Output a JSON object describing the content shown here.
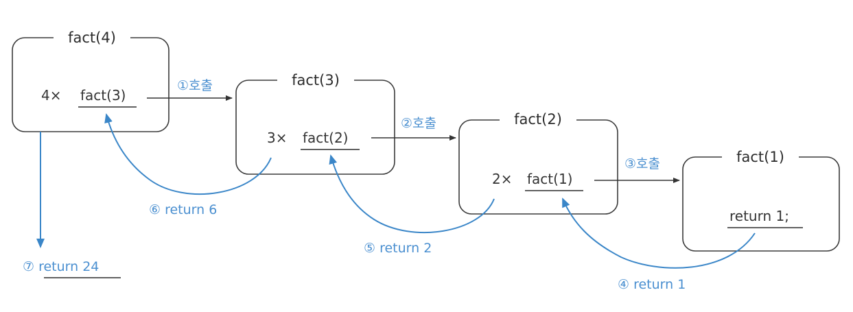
{
  "colors": {
    "call_arrow": "#333333",
    "return_arrow": "#3a86c8",
    "return_text": "#4a8fd0",
    "box_border": "#3a3a3a",
    "background": "#ffffff"
  },
  "frames": [
    {
      "title": "fact(4)",
      "multiplier": "4×",
      "call_expr": "fact(3)"
    },
    {
      "title": "fact(3)",
      "multiplier": "3×",
      "call_expr": "fact(2)"
    },
    {
      "title": "fact(2)",
      "multiplier": "2×",
      "call_expr": "fact(1)"
    },
    {
      "title": "fact(1)",
      "base_expr": "return 1;"
    }
  ],
  "calls": [
    {
      "label": "①호출"
    },
    {
      "label": "②호출"
    },
    {
      "label": "③호출"
    }
  ],
  "returns": [
    {
      "label": "④ return 1"
    },
    {
      "label": "⑤ return 2"
    },
    {
      "label": "⑥ return 6"
    },
    {
      "label": "⑦ return 24"
    }
  ]
}
